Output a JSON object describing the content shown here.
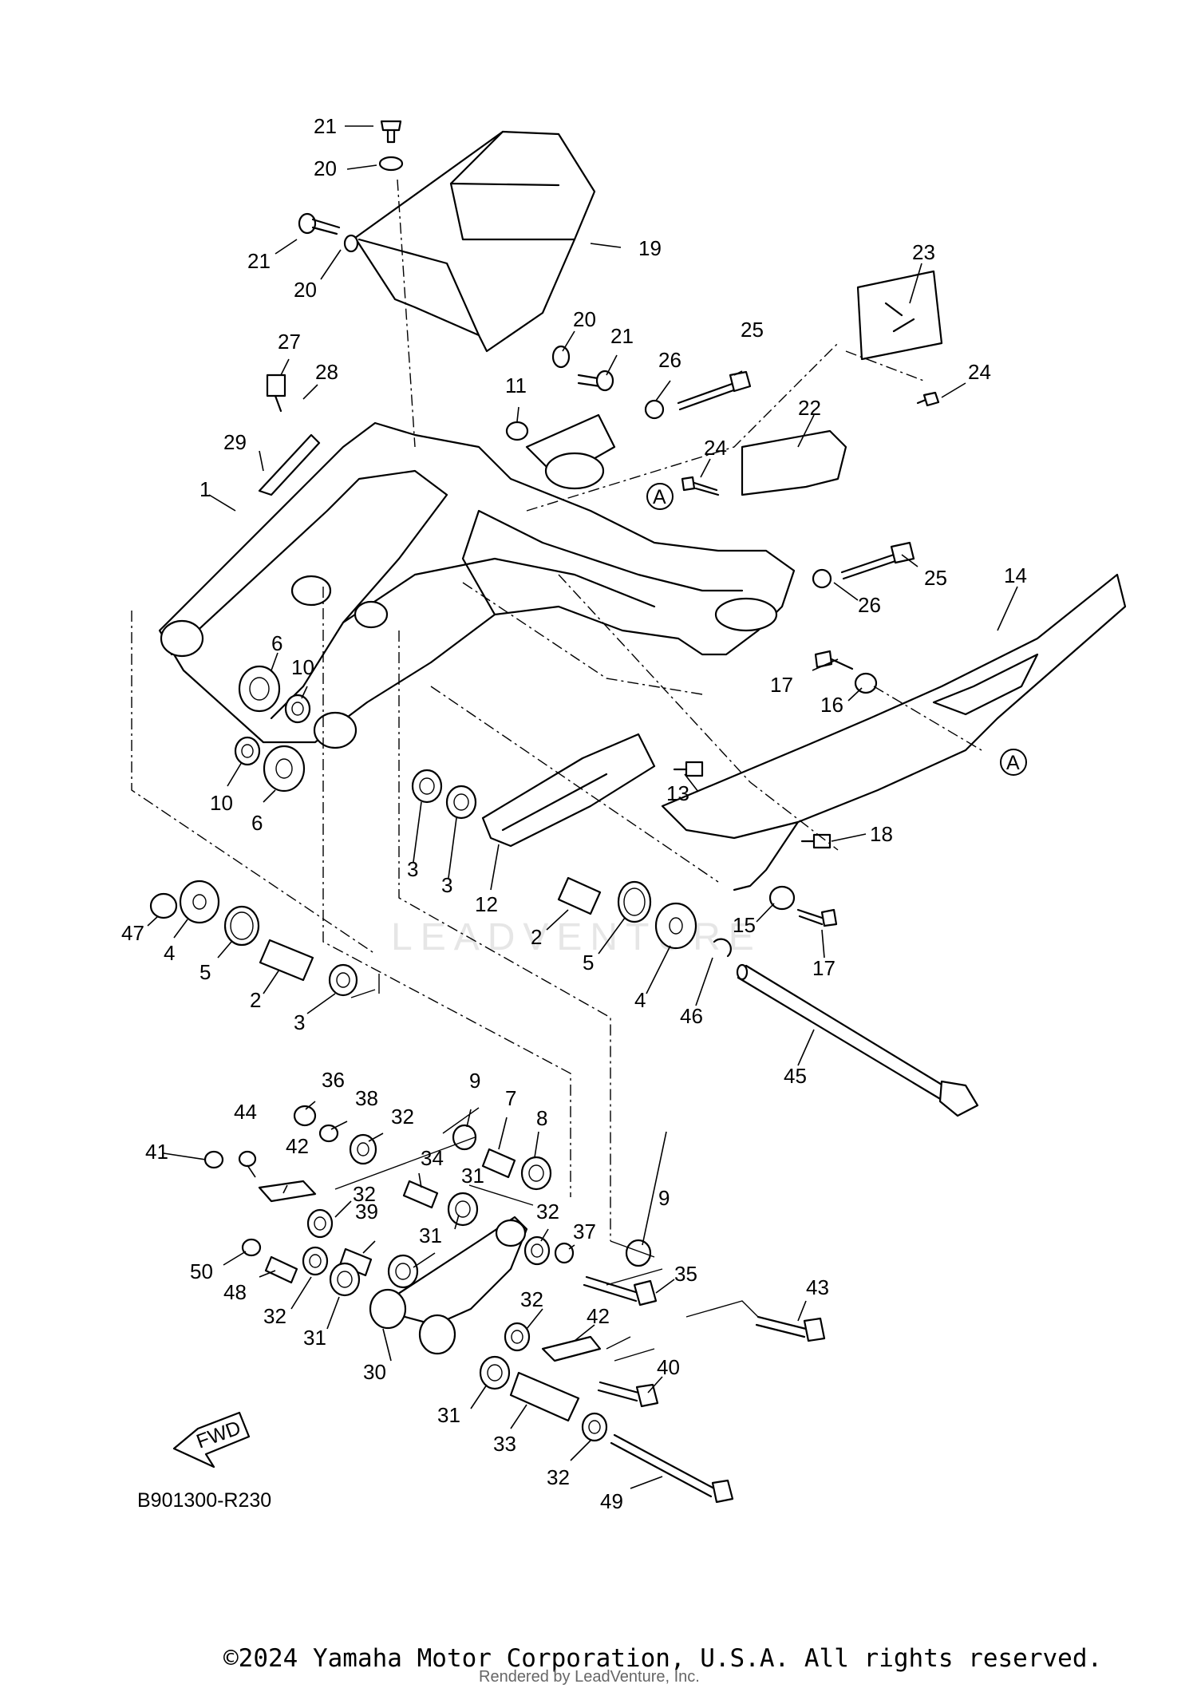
{
  "diagram": {
    "reference_code": "B901300-R230",
    "fwd_label": "FWD",
    "ref_marker": "A",
    "watermark": "LEADVENTURE",
    "callouts": [
      {
        "id": "c21a",
        "label": "21"
      },
      {
        "id": "c20a",
        "label": "20"
      },
      {
        "id": "c21b",
        "label": "21"
      },
      {
        "id": "c20b",
        "label": "20"
      },
      {
        "id": "c19",
        "label": "19"
      },
      {
        "id": "c20c",
        "label": "20"
      },
      {
        "id": "c21c",
        "label": "21"
      },
      {
        "id": "c27",
        "label": "27"
      },
      {
        "id": "c28",
        "label": "28"
      },
      {
        "id": "c26a",
        "label": "26"
      },
      {
        "id": "c25a",
        "label": "25"
      },
      {
        "id": "c23",
        "label": "23"
      },
      {
        "id": "c24a",
        "label": "24"
      },
      {
        "id": "c11",
        "label": "11"
      },
      {
        "id": "c29",
        "label": "29"
      },
      {
        "id": "c22",
        "label": "22"
      },
      {
        "id": "c24b",
        "label": "24"
      },
      {
        "id": "c1",
        "label": "1"
      },
      {
        "id": "c25b",
        "label": "25"
      },
      {
        "id": "c14",
        "label": "14"
      },
      {
        "id": "c26b",
        "label": "26"
      },
      {
        "id": "c6a",
        "label": "6"
      },
      {
        "id": "c10a",
        "label": "10"
      },
      {
        "id": "c17a",
        "label": "17"
      },
      {
        "id": "c16",
        "label": "16"
      },
      {
        "id": "c10b",
        "label": "10"
      },
      {
        "id": "c6b",
        "label": "6"
      },
      {
        "id": "c13",
        "label": "13"
      },
      {
        "id": "c18",
        "label": "18"
      },
      {
        "id": "c3a",
        "label": "3"
      },
      {
        "id": "c3b",
        "label": "3"
      },
      {
        "id": "c12",
        "label": "12"
      },
      {
        "id": "c47",
        "label": "47"
      },
      {
        "id": "c4a",
        "label": "4"
      },
      {
        "id": "c5a",
        "label": "5"
      },
      {
        "id": "c2a",
        "label": "2"
      },
      {
        "id": "c3c",
        "label": "3"
      },
      {
        "id": "c2b",
        "label": "2"
      },
      {
        "id": "c5b",
        "label": "5"
      },
      {
        "id": "c4b",
        "label": "4"
      },
      {
        "id": "c15",
        "label": "15"
      },
      {
        "id": "c17b",
        "label": "17"
      },
      {
        "id": "c46",
        "label": "46"
      },
      {
        "id": "c45",
        "label": "45"
      },
      {
        "id": "c36",
        "label": "36"
      },
      {
        "id": "c38",
        "label": "38"
      },
      {
        "id": "c32a",
        "label": "32"
      },
      {
        "id": "c9a",
        "label": "9"
      },
      {
        "id": "c7",
        "label": "7"
      },
      {
        "id": "c8",
        "label": "8"
      },
      {
        "id": "c44",
        "label": "44"
      },
      {
        "id": "c41",
        "label": "41"
      },
      {
        "id": "c42a",
        "label": "42"
      },
      {
        "id": "c34",
        "label": "34"
      },
      {
        "id": "c31a",
        "label": "31"
      },
      {
        "id": "c32b",
        "label": "32"
      },
      {
        "id": "c39",
        "label": "39"
      },
      {
        "id": "c32c",
        "label": "32"
      },
      {
        "id": "c9b",
        "label": "9"
      },
      {
        "id": "c31b",
        "label": "31"
      },
      {
        "id": "c37",
        "label": "37"
      },
      {
        "id": "c50",
        "label": "50"
      },
      {
        "id": "c48",
        "label": "48"
      },
      {
        "id": "c35",
        "label": "35"
      },
      {
        "id": "c32d",
        "label": "32"
      },
      {
        "id": "c31c",
        "label": "31"
      },
      {
        "id": "c32e",
        "label": "32"
      },
      {
        "id": "c42b",
        "label": "42"
      },
      {
        "id": "c43",
        "label": "43"
      },
      {
        "id": "c30",
        "label": "30"
      },
      {
        "id": "c40",
        "label": "40"
      },
      {
        "id": "c31d",
        "label": "31"
      },
      {
        "id": "c33",
        "label": "33"
      },
      {
        "id": "c32f",
        "label": "32"
      },
      {
        "id": "c49",
        "label": "49"
      }
    ]
  },
  "footer": {
    "copyright": "©2024 Yamaha Motor Corporation, U.S.A. All rights reserved.",
    "rendered_by": "Rendered by LeadVenture, Inc."
  }
}
